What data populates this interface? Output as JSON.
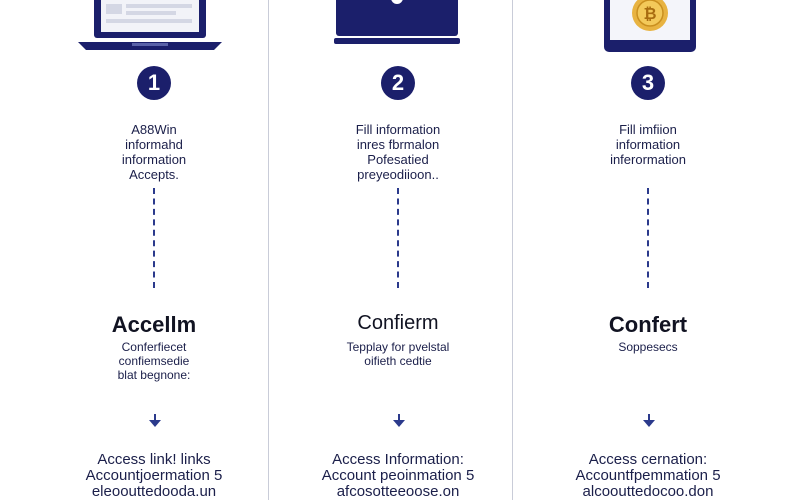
{
  "colors": {
    "navy": "#1b1f6b",
    "coin": "#e8b341",
    "divider": "#c9ccd8"
  },
  "steps": [
    {
      "device_icon": "laptop-icon",
      "number": "1",
      "text_lines": [
        "A88Win",
        "informahd",
        "information",
        "Accepts."
      ],
      "heading": "Accellm",
      "desc_lines": [
        "Conferfiecet",
        "confiemsedie",
        "blat begnone:"
      ],
      "access_lines": [
        "Access link! links",
        "Accountjoermation 5",
        "eleoouttedooda.un"
      ]
    },
    {
      "device_icon": "laptop-icon",
      "number": "2",
      "text_lines": [
        "Fill information",
        "inres fbrmalon",
        "Pofesatied",
        "preyeodiioon.."
      ],
      "heading": "Confierm",
      "desc_lines": [
        "Tepplay for pvelstal",
        "oifieth cedtie"
      ],
      "access_lines": [
        "Access Information:",
        "Account peoinmation 5",
        "afcosotteeoose.on"
      ]
    },
    {
      "device_icon": "tablet-coin-icon",
      "number": "3",
      "text_lines": [
        "Fill imfiion",
        "information",
        "inferormation"
      ],
      "heading": "Confert",
      "desc_lines": [
        "Soppesecs"
      ],
      "access_lines": [
        "Access cernation:",
        "Accountfpemmation 5",
        "alcoouttedocoo.don"
      ]
    }
  ]
}
